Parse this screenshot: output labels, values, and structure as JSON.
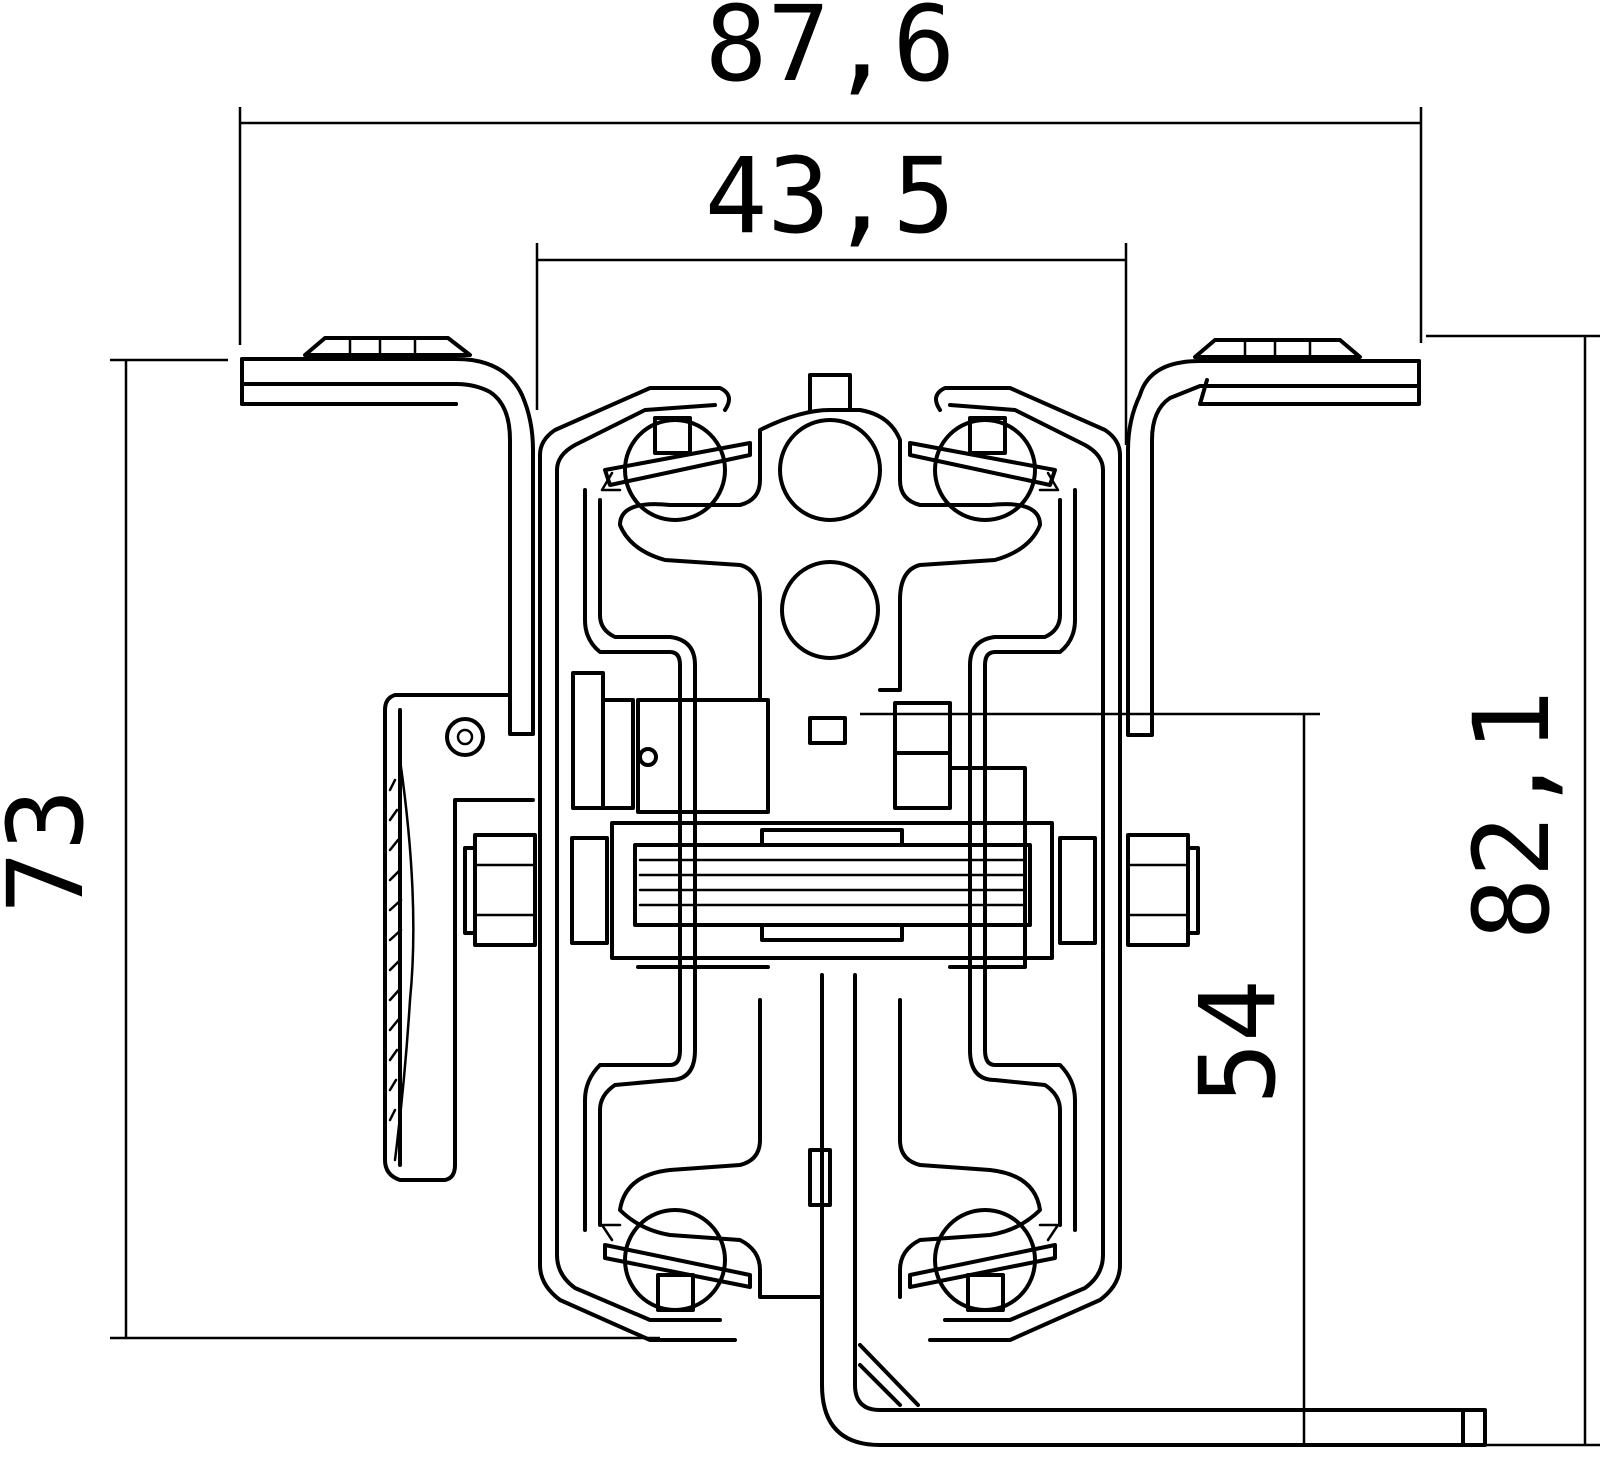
{
  "dimensions": {
    "overall_width": "87,6",
    "inner_width": "43,5",
    "left_height": "73",
    "right_height": "82,1",
    "inner_height": "54"
  }
}
